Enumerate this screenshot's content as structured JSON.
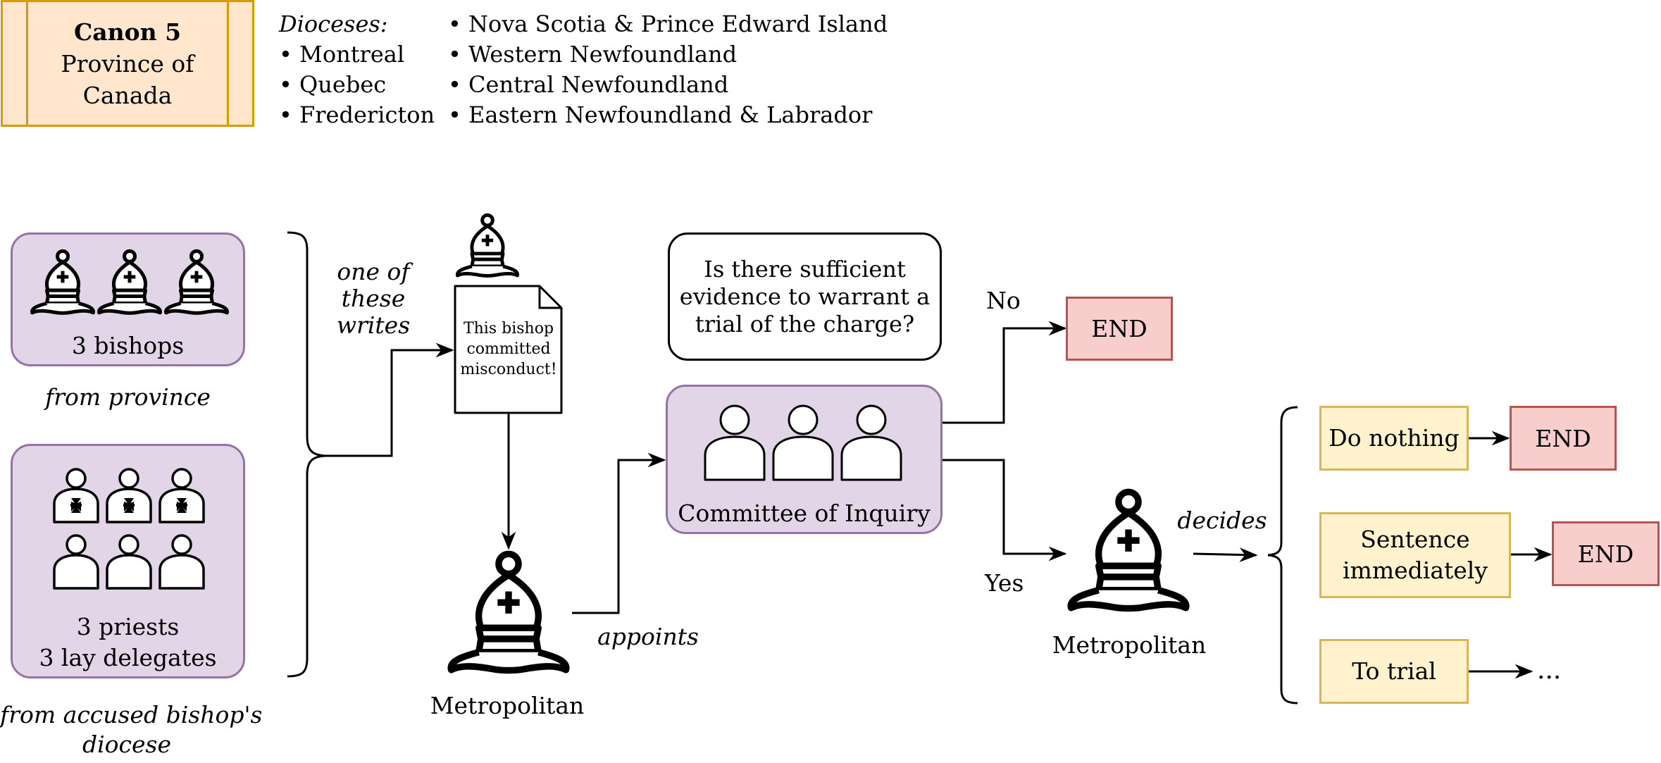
{
  "canon": {
    "title": "Canon 5",
    "line1": "Province of",
    "line2": "Canada"
  },
  "dioceses": {
    "heading": "Dioceses:",
    "col1": [
      "• Montreal",
      "• Quebec",
      "• Fredericton"
    ],
    "col2": [
      "• Nova Scotia & Prince Edward Island",
      "• Western Newfoundland",
      "• Central Newfoundland",
      "• Eastern Newfoundland & Labrador"
    ]
  },
  "bishops_group": {
    "label": "3 bishops",
    "source": "from province"
  },
  "diocese_group": {
    "label1": "3 priests",
    "label2": "3 lay delegates",
    "source1": "from accused bishop's",
    "source2": "diocese"
  },
  "writes": {
    "line1": "one of",
    "line2": "these",
    "line3": "writes"
  },
  "document": {
    "line1": "This bishop",
    "line2": "committed",
    "line3": "misconduct!"
  },
  "metropolitan1": {
    "label": "Metropolitan",
    "action": "appoints"
  },
  "question": {
    "line1": "Is there sufficient",
    "line2": "evidence to warrant a",
    "line3": "trial of the charge?"
  },
  "committee": {
    "label": "Committee of Inquiry"
  },
  "branches": {
    "no": "No",
    "yes": "Yes",
    "end": "END"
  },
  "metropolitan2": {
    "label": "Metropolitan",
    "action": "decides"
  },
  "outcomes": {
    "do_nothing": "Do nothing",
    "sentence1": "Sentence",
    "sentence2": "immediately",
    "trial": "To trial",
    "ellipsis": "..."
  },
  "colors": {
    "canon_fill": "#ffe6cc",
    "canon_border": "#d79b00",
    "group_fill": "#e1d5e7",
    "group_border": "#9673a6",
    "end_fill": "#f8cecc",
    "end_border": "#b85450",
    "option_fill": "#fff2cc",
    "option_border": "#d6b656"
  }
}
